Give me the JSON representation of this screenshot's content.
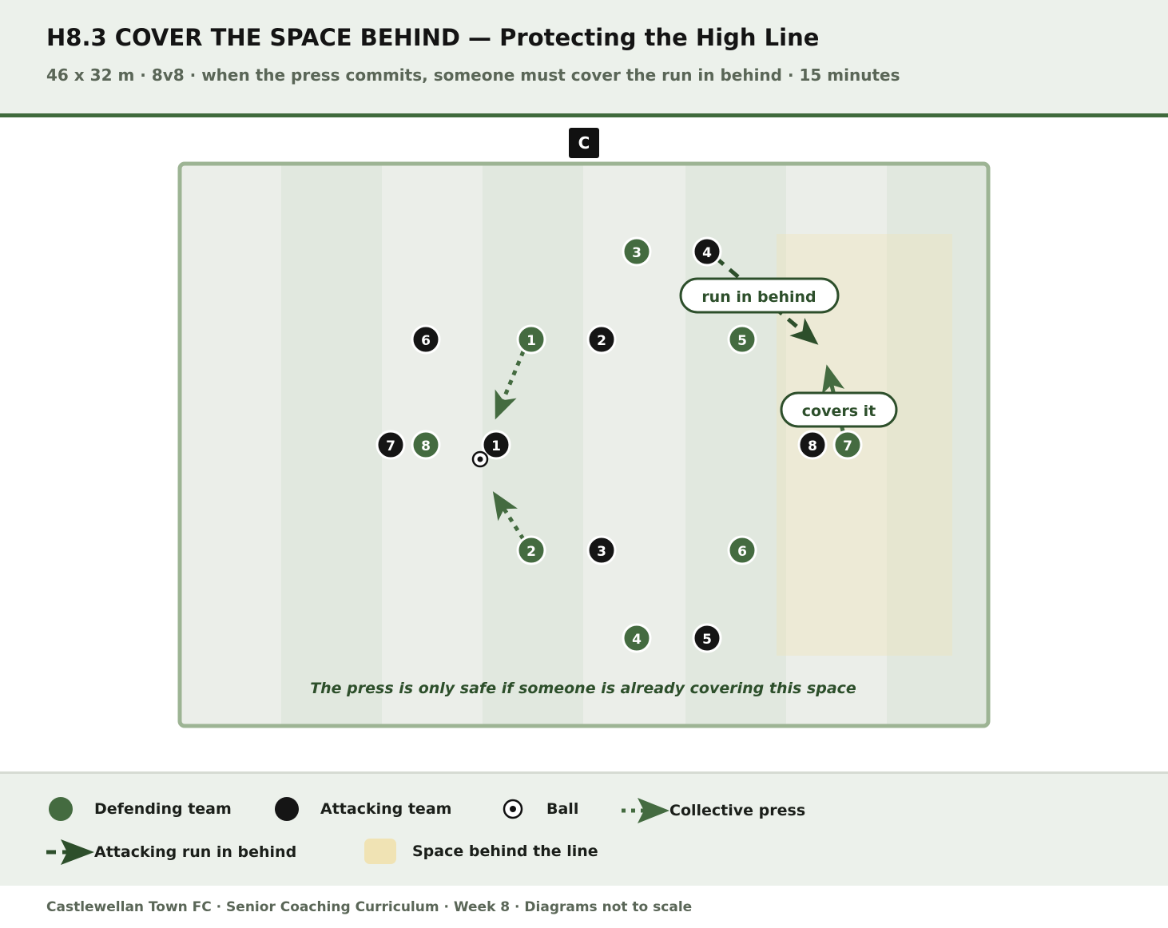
{
  "header": {
    "title": "H8.3 COVER THE SPACE BEHIND — Protecting the High Line",
    "subtitle": "46 x 32 m · 8v8 · when the press commits, someone must cover the run in behind · 15 minutes"
  },
  "coach_label": "C",
  "pitch": {
    "caption": "The press is only safe if someone is already covering this space",
    "annotations": {
      "run_label": "run in behind",
      "cover_label": "covers it"
    },
    "defending_players": [
      "1",
      "2",
      "3",
      "4",
      "5",
      "6",
      "7",
      "8"
    ],
    "attacking_players": [
      "1",
      "2",
      "3",
      "4",
      "5",
      "6",
      "7",
      "8"
    ]
  },
  "colors": {
    "defending": "#446b40",
    "attacking": "#151515",
    "space_behind": "#f0e3b4",
    "pitch_stripe_light": "#ebeee9",
    "pitch_stripe_dark": "#e1e8df",
    "pitch_border": "#9db494",
    "arrow": "#2d4f2b"
  },
  "legend": {
    "defending": "Defending team",
    "attacking": "Attacking team",
    "ball": "Ball",
    "press": "Collective press",
    "run": "Attacking run in behind",
    "space": "Space behind the line"
  },
  "footer": "Castlewellan Town FC · Senior Coaching Curriculum · Week 8 · Diagrams not to scale"
}
